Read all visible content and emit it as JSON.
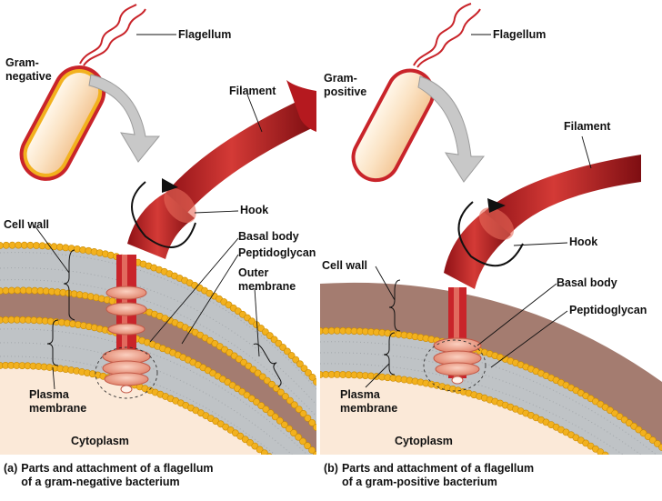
{
  "colors": {
    "membrane_head": "#f2b11e",
    "lipid_tail": "#bfc3c6",
    "peptidoglycan": "#a47c70",
    "cytoplasm": "#fbe9d8",
    "flagellum": "#c9242a",
    "basal_body": "#f0a58e",
    "arrow": "#c8c8c8"
  },
  "panel_a": {
    "cell_label": "Gram-\nnegative",
    "flagellum": "Flagellum",
    "filament": "Filament",
    "hook": "Hook",
    "cell_wall": "Cell wall",
    "basal_body": "Basal body",
    "peptidoglycan": "Peptidoglycan",
    "outer_membrane": "Outer\nmembrane",
    "plasma_membrane": "Plasma\nmembrane",
    "cytoplasm": "Cytoplasm",
    "caption_tag": "(a)",
    "caption": "Parts and attachment of a flagellum\nof a gram-negative bacterium"
  },
  "panel_b": {
    "cell_label": "Gram-\npositive",
    "flagellum": "Flagellum",
    "filament": "Filament",
    "hook": "Hook",
    "cell_wall": "Cell wall",
    "basal_body": "Basal body",
    "peptidoglycan": "Peptidoglycan",
    "plasma_membrane": "Plasma\nmembrane",
    "cytoplasm": "Cytoplasm",
    "caption_tag": "(b)",
    "caption": "Parts and attachment of a flagellum\nof a gram-positive bacterium"
  }
}
